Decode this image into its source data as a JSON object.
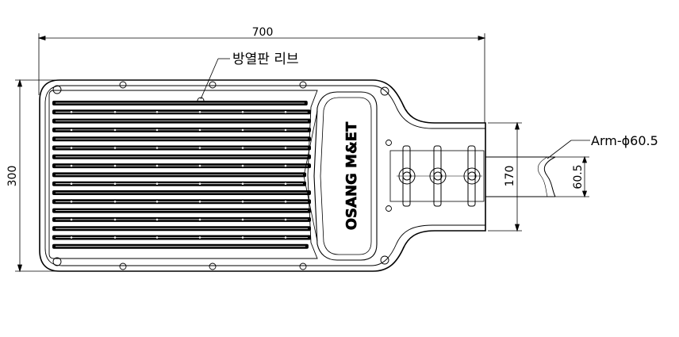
{
  "dimensions": {
    "width": "700",
    "height": "300",
    "neck_height": "170",
    "arm_diameter_label": "60.5"
  },
  "annotations": {
    "heatsink_rib": "방열판 리브",
    "arm": "Arm-ϕ60.5"
  },
  "logo_text": "OSANG M&ET",
  "colors": {
    "line": "#000000",
    "background": "#ffffff"
  }
}
